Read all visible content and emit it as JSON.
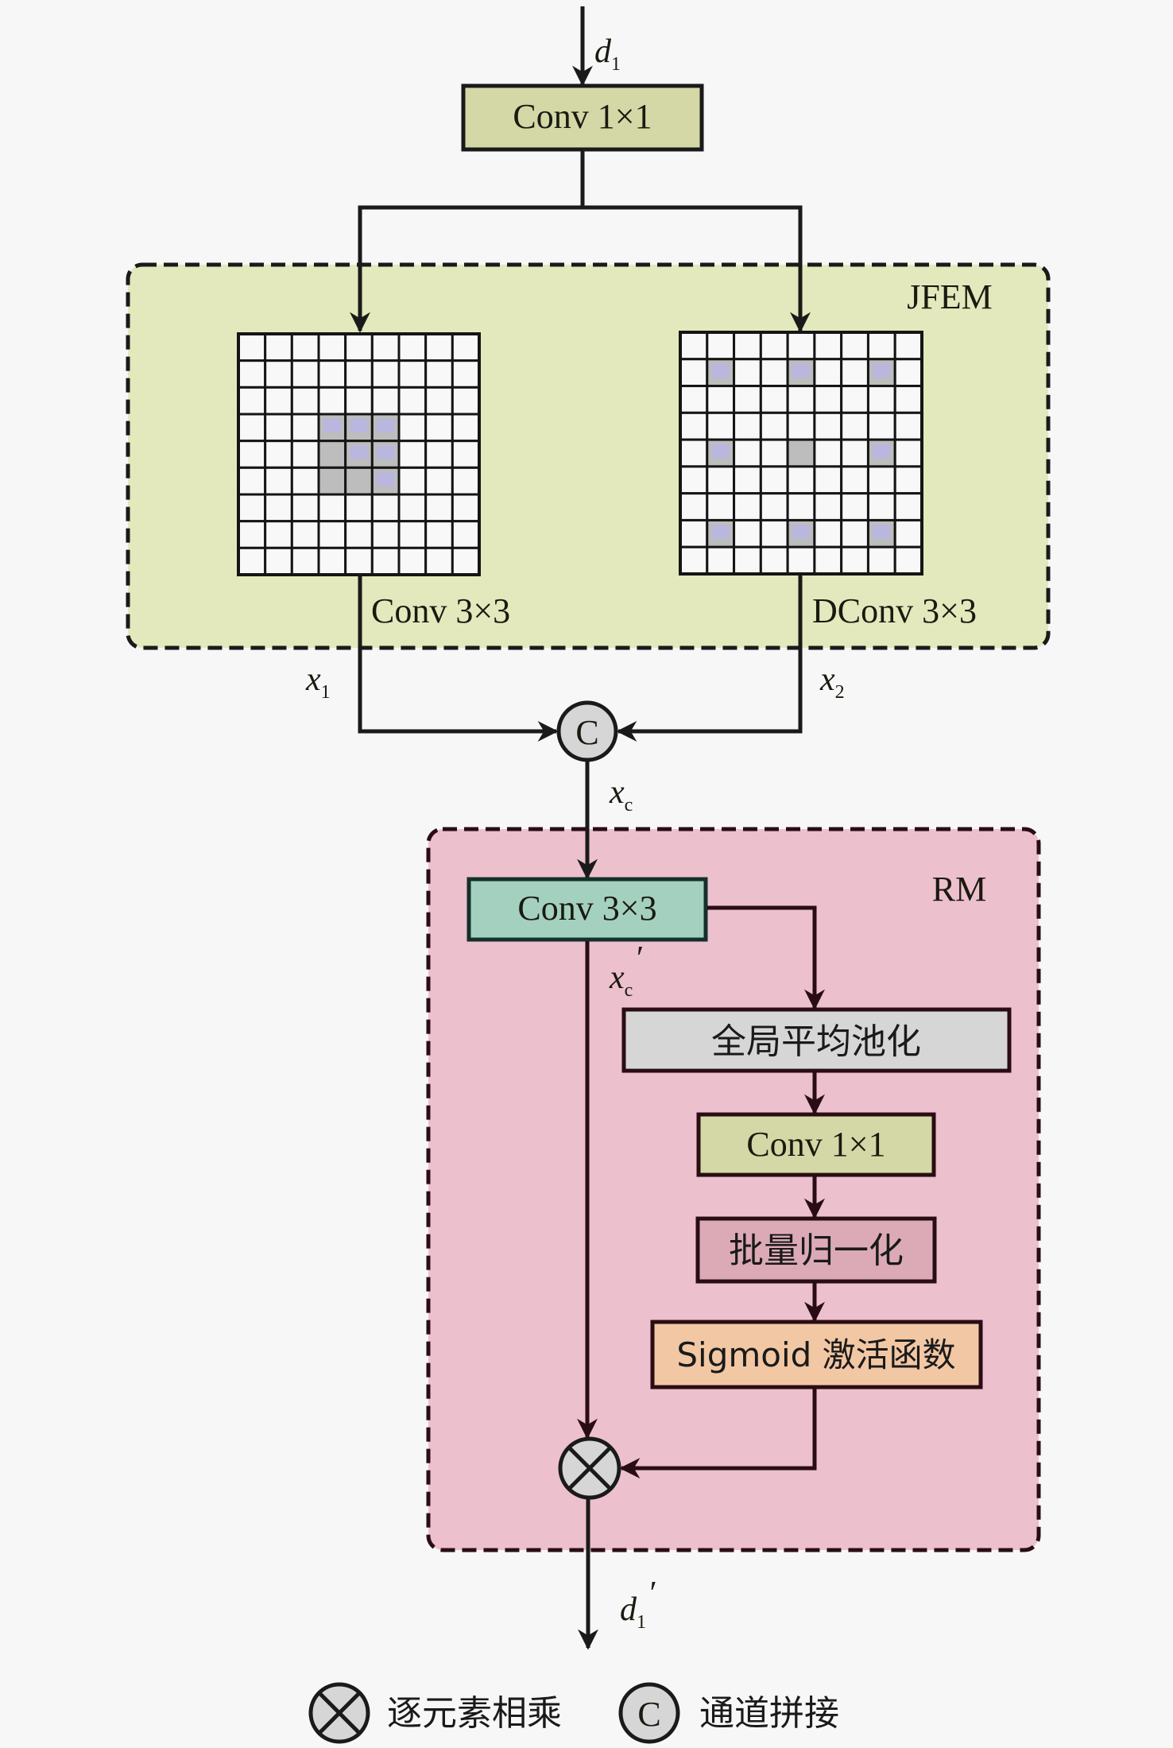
{
  "input_label": {
    "base": "d",
    "sub": "1",
    "prime": ""
  },
  "output_label": {
    "base": "d",
    "sub": "1",
    "prime": "′"
  },
  "top_conv": {
    "label": "Conv 1×1"
  },
  "jfem": {
    "title": "JFEM",
    "left_grid_label": "Conv 3×3",
    "right_grid_label": "DConv 3×3",
    "grid_size": 9,
    "left_grid": {
      "gray_cells": [
        [
          3,
          3
        ],
        [
          3,
          4
        ],
        [
          3,
          5
        ],
        [
          4,
          3
        ],
        [
          4,
          4
        ],
        [
          4,
          5
        ],
        [
          5,
          3
        ],
        [
          5,
          4
        ],
        [
          5,
          5
        ]
      ],
      "purple_cells": [
        [
          3,
          3
        ],
        [
          3,
          4
        ],
        [
          3,
          5
        ],
        [
          4,
          4
        ],
        [
          4,
          5
        ],
        [
          5,
          5
        ]
      ]
    },
    "right_grid": {
      "gray_cells": [
        [
          1,
          1
        ],
        [
          1,
          4
        ],
        [
          1,
          7
        ],
        [
          4,
          1
        ],
        [
          4,
          4
        ],
        [
          4,
          7
        ],
        [
          7,
          1
        ],
        [
          7,
          4
        ],
        [
          7,
          7
        ]
      ],
      "purple_cells": [
        [
          1,
          1
        ],
        [
          1,
          4
        ],
        [
          1,
          7
        ],
        [
          4,
          1
        ],
        [
          4,
          7
        ],
        [
          7,
          1
        ],
        [
          7,
          4
        ],
        [
          7,
          7
        ]
      ]
    }
  },
  "x1_label": {
    "base": "x",
    "sub": "1"
  },
  "x2_label": {
    "base": "x",
    "sub": "2"
  },
  "xc_label": {
    "base": "x",
    "sub": "c"
  },
  "xc_prime_label": {
    "base": "x",
    "sub": "c",
    "prime": "′"
  },
  "concat_symbol": "C",
  "rm": {
    "title": "RM",
    "conv3": "Conv 3×3",
    "gap": "全局平均池化",
    "conv1": "Conv 1×1",
    "bn": "批量归一化",
    "sigmoid": "Sigmoid 激活函数"
  },
  "legend": {
    "multiply_label": "逐元素相乘",
    "concat_symbol": "C",
    "concat_label": "通道拼接"
  },
  "colors": {
    "background": "#f7f7f7",
    "jfem_fill": "#e3e9bd",
    "rm_fill": "#ecc0cc",
    "conv1_fill": "#d3d8a6",
    "conv3_fill": "#a4d0c0",
    "gap_fill": "#d6d6d6",
    "bn_fill": "#dcaab7",
    "sigmoid_fill": "#f2c7a4",
    "gray_cell": "#bdbdbd",
    "purple_cell": "#b9b6e0",
    "circle_fill": "#d6d6d6"
  }
}
